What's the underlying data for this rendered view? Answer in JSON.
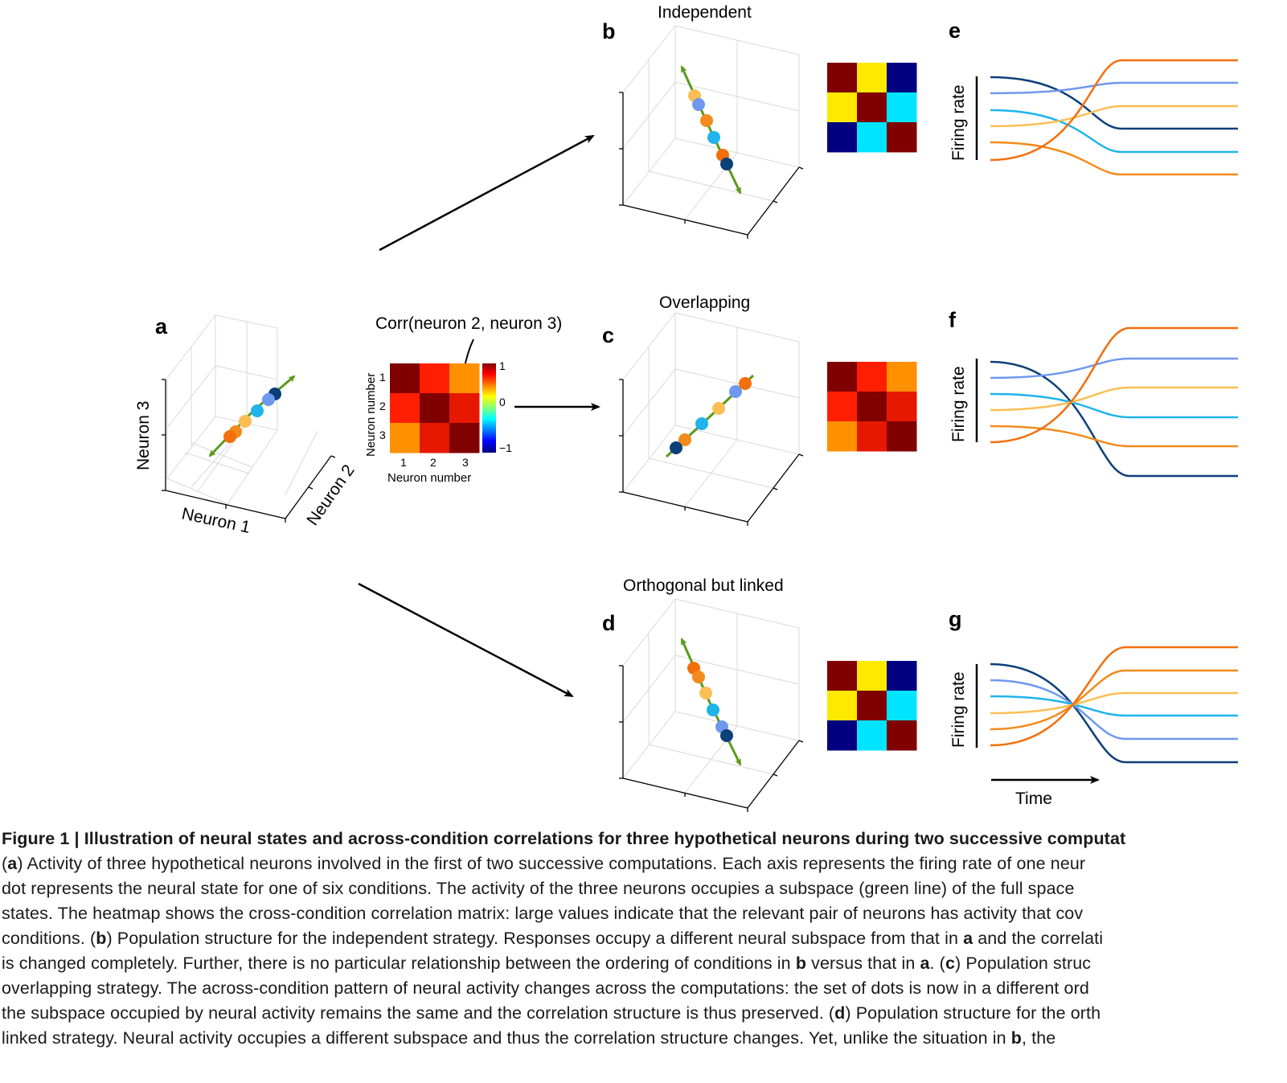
{
  "colors": {
    "axis": "#000000",
    "grid": "#d9d9d9",
    "subspace": "#5a9a1a",
    "dark_blue": "#0d3f78",
    "light_blue": "#6f98ef",
    "cyan": "#1fb4ea",
    "light_orange": "#fbbe55",
    "orange": "#f28b1c",
    "dark_orange": "#f26f0c",
    "heat_dark_red": "#800000",
    "heat_lime": "#a8ff55",
    "heat_navy": "#000096",
    "heat_cyan": "#00ffff",
    "heat_red": "#ff1f00",
    "heat_orange": "#ff9000"
  },
  "panel_a": {
    "letter": "a",
    "axis_x": "Neuron 1",
    "axis_y": "Neuron 2",
    "axis_z": "Neuron 3",
    "annotation": "Corr(neuron 2, neuron 3)",
    "heatmap": {
      "matrix": [
        [
          1.0,
          0.75,
          0.5
        ],
        [
          0.75,
          1.0,
          0.8
        ],
        [
          0.5,
          0.8,
          1.0
        ]
      ],
      "row_ticks": [
        "1",
        "2",
        "3"
      ],
      "col_ticks": [
        "1",
        "2",
        "3"
      ],
      "xlabel": "Neuron number",
      "ylabel": "Neuron number",
      "colorbar_ticks": [
        "1",
        "0",
        "−1"
      ],
      "colorbar_range": [
        -1,
        1
      ]
    }
  },
  "panel_b": {
    "letter": "b",
    "title": "Independent",
    "matrix": [
      [
        1.0,
        0.3,
        -1.0
      ],
      [
        0.3,
        1.0,
        -0.3
      ],
      [
        -1.0,
        -0.3,
        1.0
      ]
    ]
  },
  "panel_c": {
    "letter": "c",
    "title": "Overlapping",
    "matrix": [
      [
        1.0,
        0.75,
        0.5
      ],
      [
        0.75,
        1.0,
        0.8
      ],
      [
        0.5,
        0.8,
        1.0
      ]
    ]
  },
  "panel_d": {
    "letter": "d",
    "title": "Orthogonal but linked",
    "matrix": [
      [
        1.0,
        0.3,
        -1.0
      ],
      [
        0.3,
        1.0,
        -0.3
      ],
      [
        -1.0,
        -0.3,
        1.0
      ]
    ]
  },
  "panel_e": {
    "letter": "e",
    "ylabel": "Firing rate"
  },
  "panel_f": {
    "letter": "f",
    "ylabel": "Firing rate"
  },
  "panel_g": {
    "letter": "g",
    "ylabel": "Firing rate",
    "xlabel": "Time"
  },
  "caption": {
    "title": "Figure 1 | Illustration of neural states and across-condition correlations for three hypothetical neurons during two successive computat",
    "lines": [
      [
        [
          "(",
          false
        ],
        [
          "a",
          true
        ],
        [
          ") Activity of three hypothetical neurons involved in the first of two successive computations. Each axis represents the firing rate of one neur",
          false
        ]
      ],
      [
        [
          "dot represents the neural state for one of six conditions. The activity of the three neurons occupies a subspace (green line) of the full space",
          false
        ]
      ],
      [
        [
          "states. The heatmap shows the cross-condition correlation matrix: large values indicate that the relevant pair of neurons has activity that cov",
          false
        ]
      ],
      [
        [
          "conditions. (",
          false
        ],
        [
          "b",
          true
        ],
        [
          ") Population structure for the independent strategy. Responses occupy a different neural subspace from that in ",
          false
        ],
        [
          "a",
          true
        ],
        [
          " and the correlati",
          false
        ]
      ],
      [
        [
          "is changed completely. Further, there is no particular relationship between the ordering of conditions in ",
          false
        ],
        [
          "b",
          true
        ],
        [
          " versus that in ",
          false
        ],
        [
          "a",
          true
        ],
        [
          ". (",
          false
        ],
        [
          "c",
          true
        ],
        [
          ") Population struc",
          false
        ]
      ],
      [
        [
          "overlapping strategy. The across-condition pattern of neural activity changes across the computations: the set of dots is now in a different ord",
          false
        ]
      ],
      [
        [
          "the subspace occupied by neural activity remains the same and the correlation structure is thus preserved. (",
          false
        ],
        [
          "d",
          true
        ],
        [
          ") Population structure for the orth",
          false
        ]
      ],
      [
        [
          "linked strategy. Neural activity occupies a different subspace and thus the correlation structure changes. Yet, unlike the situation in ",
          false
        ],
        [
          "b",
          true
        ],
        [
          ", the",
          false
        ]
      ]
    ]
  }
}
